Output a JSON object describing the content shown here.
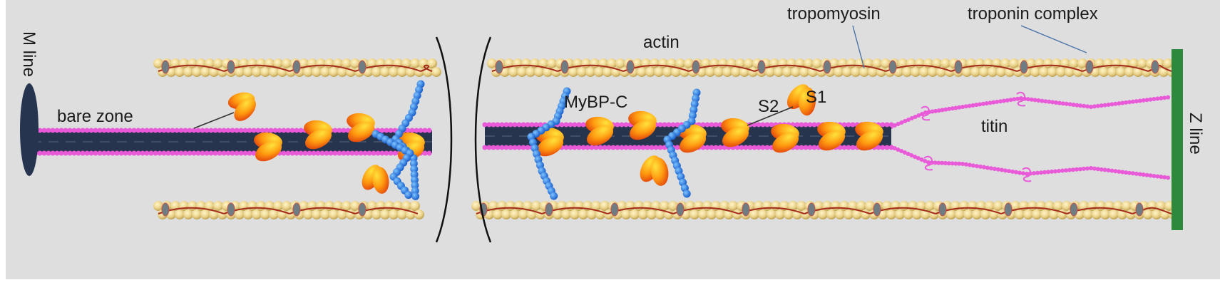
{
  "labels": {
    "m_line": "M line",
    "z_line": "Z line",
    "bare_zone": "bare zone",
    "actin": "actin",
    "tropomyosin": "tropomyosin",
    "troponin_complex": "troponin complex",
    "mybp_c": "MyBP-C",
    "s1": "S1",
    "s2": "S2",
    "titin": "titin"
  },
  "colors": {
    "panel_background": "#dedede",
    "actin_bead": "#ecd48f",
    "tropomyosin_strand": "#a42c1c",
    "thick_filament_core": "#27344d",
    "titin_beads": "#e85ad8",
    "mybp_c_beads": "#1e73e6",
    "myosin_head": "#ff7a10",
    "z_disc": "#2d8a3c",
    "m_line_disc": "#26344f"
  }
}
